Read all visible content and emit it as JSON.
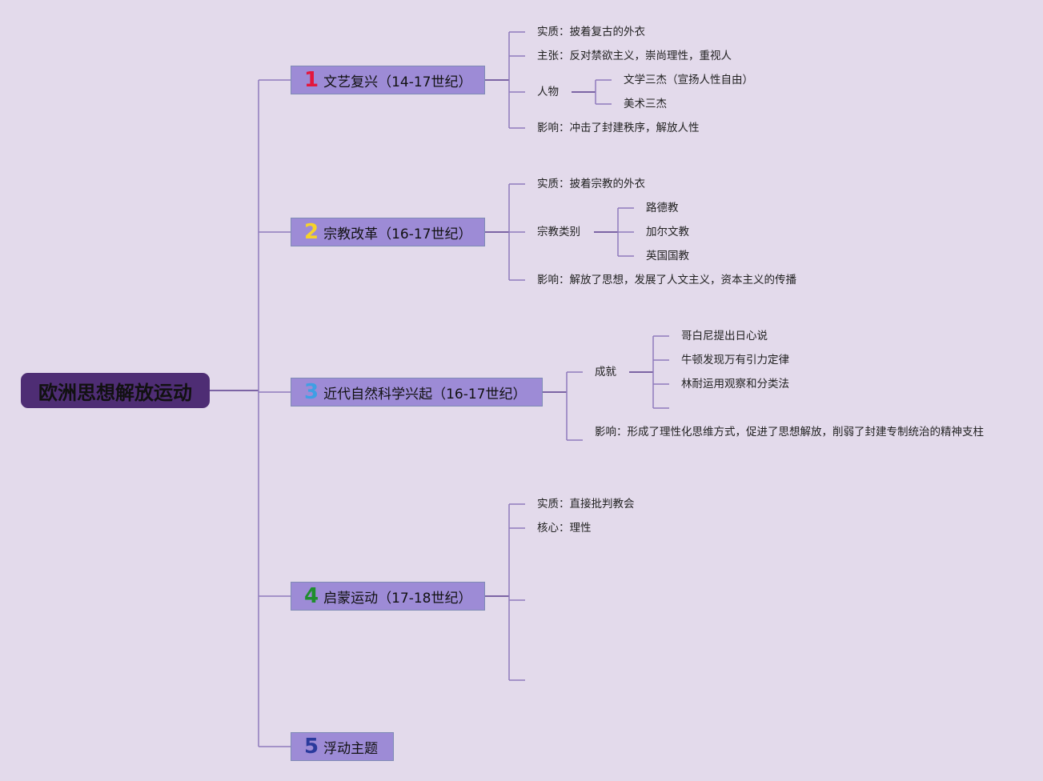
{
  "root": {
    "title": "欧洲思想解放运动"
  },
  "colors": {
    "background": "#e3daeb",
    "root_fill": "#4e2d74",
    "branch_fill": "#9d8bd6",
    "line": "#5b3c8c",
    "num1": "#e3173d",
    "num2": "#f6d32a",
    "num3": "#3f9fe4",
    "num4": "#1f8e2e",
    "num5": "#2a3a9c"
  },
  "branches": [
    {
      "num": "1",
      "title": "文艺复兴（14-17世纪）",
      "items": [
        "实质：披着复古的外衣",
        "主张：反对禁欲主义，崇尚理性，重视人",
        "人物",
        "影响：冲击了封建秩序，解放人性"
      ],
      "sub": {
        "people": [
          "文学三杰（宣扬人性自由）",
          "美术三杰"
        ]
      }
    },
    {
      "num": "2",
      "title": "宗教改革（16-17世纪）",
      "items": [
        "实质：披着宗教的外衣",
        "宗教类别",
        "影响：解放了思想，发展了人文主义，资本主义的传播"
      ],
      "sub": {
        "types": [
          "路德教",
          "加尔文教",
          "英国国教"
        ]
      }
    },
    {
      "num": "3",
      "title": "近代自然科学兴起（16-17世纪）",
      "items": [
        "成就",
        "影响：形成了理性化思维方式，促进了思想解放，削弱了封建专制统治的精神支柱"
      ],
      "sub": {
        "achievements": [
          "哥白尼提出日心说",
          "牛顿发现万有引力定律",
          "林耐运用观察和分类法"
        ]
      }
    },
    {
      "num": "4",
      "title": "启蒙运动（17-18世纪）",
      "items": [
        "实质：直接批判教会",
        "核心：理性"
      ]
    },
    {
      "num": "5",
      "title": "浮动主题"
    }
  ]
}
